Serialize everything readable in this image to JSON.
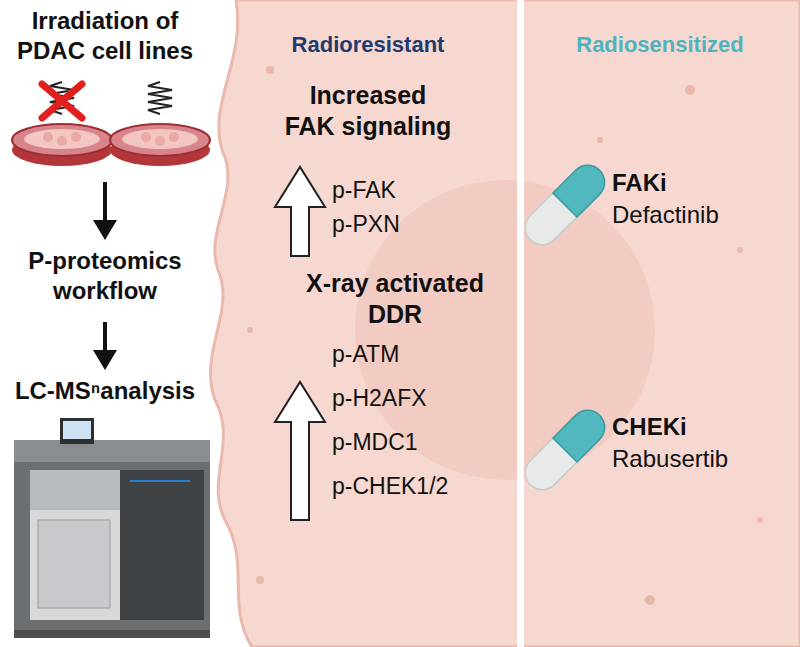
{
  "diagram": {
    "nodes": [
      {
        "text": [
          "Radioresistant"
        ]
      },
      {
        "text": [
          "Radiosensitized"
        ]
      }
    ],
    "labels": [
      "Irradiation of PDAC cell lines",
      "P-proteomics workflow",
      "LC-MSⁿanalysis",
      "Increased FAK signaling",
      "p-FAK",
      "p-PXN",
      "X-ray activated DDR",
      "p-ATM",
      "p-H2AFX",
      "p-MDC1",
      "p-CHEK1/2",
      "FAKi",
      "Defactinib",
      "CHEKi",
      "Rabusertib"
    ]
  }
}
